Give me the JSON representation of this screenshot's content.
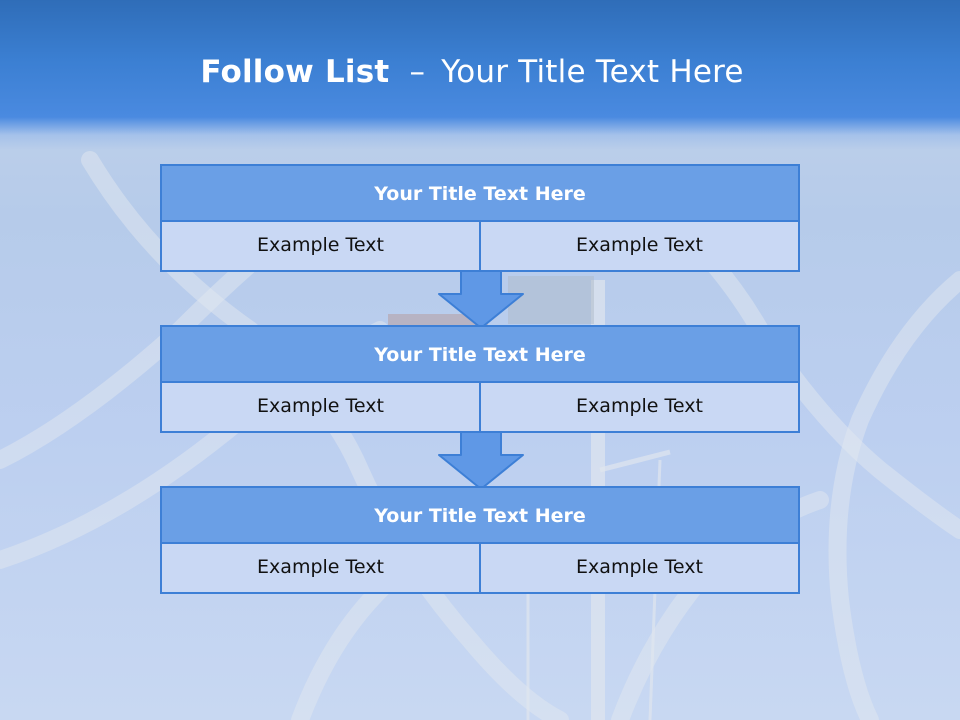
{
  "slide": {
    "title_bold": "Follow List",
    "title_dash": "–",
    "title_rest": "Your Title Text Here"
  },
  "steps": [
    {
      "title": "Your Title Text Here",
      "left": "Example Text",
      "right": "Example Text"
    },
    {
      "title": "Your Title Text Here",
      "left": "Example Text",
      "right": "Example Text"
    },
    {
      "title": "Your Title Text Here",
      "left": "Example Text",
      "right": "Example Text"
    }
  ],
  "colors": {
    "header": "#3b7fd2",
    "box_title_fill": "#6a9fe6",
    "cell_fill": "#c9d8f4",
    "border": "#3d7fd6",
    "arrow_fill": "#5f98e6"
  }
}
